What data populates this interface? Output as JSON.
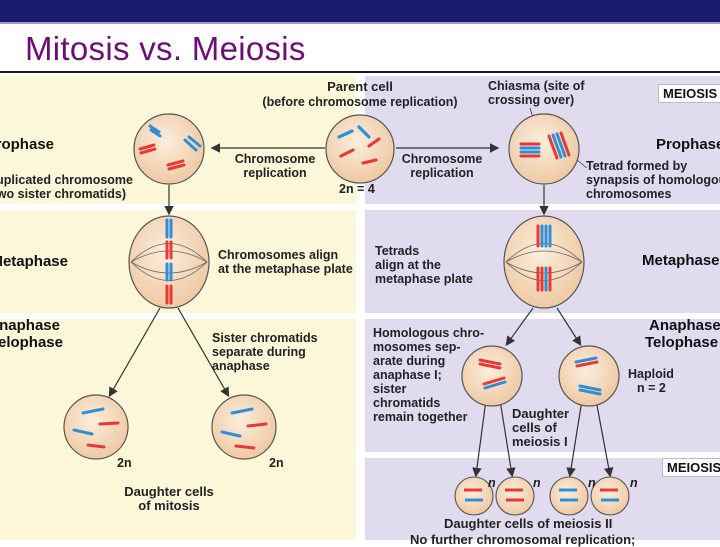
{
  "title": "Mitosis vs. Meiosis",
  "colors": {
    "accent_title": "#6a0f73",
    "mitosis_bg": "#fcf7d9",
    "meiosis_bg": "#e1dbf0",
    "maternal": "#e63a35",
    "paternal": "#2f8fd6",
    "cell_fill": "#f3d7b8"
  },
  "parent": {
    "title": "Parent cell",
    "subtitle": "(before chromosome replication)",
    "ploidy": "2n = 4"
  },
  "chiasma": {
    "line1": "Chiasma (site of",
    "line2": "crossing over)"
  },
  "meiosis_tag": "MEIOSIS",
  "meiosis_tag_bottom": "MEIOSIS",
  "replication_left": {
    "line1": "Chromosome",
    "line2": "replication"
  },
  "replication_right": {
    "line1": "Chromosome",
    "line2": "replication"
  },
  "mitosis": {
    "prophase": "Prophase",
    "dup_line1": "Duplicated chromosome",
    "dup_line2": "(two sister chromatids)",
    "metaphase": "Metaphase",
    "align_line1": "Chromosomes align",
    "align_line2": "at the metaphase plate",
    "anaphase": "Anaphase",
    "telophase": "Telophase",
    "sister_line1": "Sister chromatids",
    "sister_line2": "separate during",
    "sister_line3": "anaphase",
    "ploidy_left": "2n",
    "ploidy_right": "2n",
    "daughter_line1": "Daughter cells",
    "daughter_line2": "of mitosis"
  },
  "meiosis": {
    "prophase": "Prophase I",
    "tetrad_line1": "Tetrad formed by",
    "tetrad_line2": "synapsis of homologous",
    "tetrad_line3": "chromosomes",
    "metaphase": "Metaphase I",
    "tetrads_line1": "Tetrads",
    "tetrads_line2": "align at the",
    "tetrads_line3": "metaphase plate",
    "anaphase": "Anaphase I",
    "telophase": "Telophase I",
    "homolog_line1": "Homologous chro-",
    "homolog_line2": "mosomes sep-",
    "homolog_line3": "arate during",
    "homolog_line4": "anaphase I;",
    "homolog_line5": "sister",
    "homolog_line6": "chromatids",
    "homolog_line7": "remain together",
    "haploid_line1": "Haploid",
    "haploid_line2": "n = 2",
    "daughter1_line1": "Daughter",
    "daughter1_line2": "cells of",
    "daughter1_line3": "meiosis I",
    "n1": "n",
    "n2": "n",
    "n3": "n",
    "n4": "n",
    "daughter2": "Daughter cells of meiosis II",
    "no_further": "No further chromosomal replication;"
  }
}
